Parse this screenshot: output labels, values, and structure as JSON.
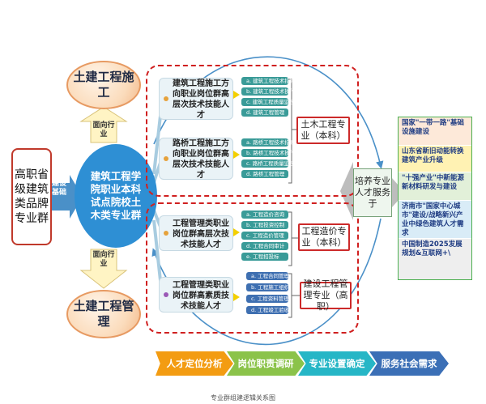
{
  "left_box": {
    "text": "高职省级建筑类品牌专业群"
  },
  "left_arrow": {
    "text": "建设基础"
  },
  "center_circle": {
    "text": "建筑工程学院职业本科试点院校土木类专业群"
  },
  "top_circle": {
    "text": "土建工程施工"
  },
  "bottom_circle": {
    "text": "土建工程管理"
  },
  "up_arrow": {
    "text": "面向行业"
  },
  "down_arrow": {
    "text": "面向行业"
  },
  "directions": [
    {
      "title": "建筑工程施工方向职业岗位群高层次技术技能人才",
      "dot_color": "#e6a23c"
    },
    {
      "title": "路桥工程施工方向职业岗位群高层次技术技能人才",
      "dot_color": "#e6a23c"
    },
    {
      "title": "工程管理类职业岗位群高层次技术技能人才",
      "dot_color": "#e6a23c"
    },
    {
      "title": "工程管理类职业岗位群高素质技术技能人才",
      "dot_color": "#9b59b6"
    }
  ],
  "pills_group1": [
    "a. 建筑工程技术指导",
    "b. 建筑工程技术操作",
    "c. 建筑工程质量监控",
    "d. 建筑工程管理"
  ],
  "pills_group2": [
    "a. 路桥工程技术指导",
    "b. 路桥工程技术操作",
    "c. 路桥工程质量监控",
    "d. 路桥工程管理"
  ],
  "pills_group3": [
    "a. 工程造价咨询",
    "b. 工程投资控制",
    "c. 工程造价管理",
    "d. 工程合同审计",
    "e. 工程招投标"
  ],
  "pills_group4": [
    "a. 工程合同管理",
    "b. 工程施工组织",
    "c. 工程资料管理",
    "d. 工程竣工验收"
  ],
  "majors": [
    {
      "text": "土木工程专业（本科）"
    },
    {
      "text": "工程造价专业（本科）"
    },
    {
      "text": "建设工程管理专业（高职）"
    }
  ],
  "right_box": {
    "text": "培养专业人才服务于"
  },
  "services": [
    "国家\"一带一路\"基础设施建设",
    "山东省新旧动能转换建筑产业升级",
    "\"十强产业\"中新能源新材料研发与建设",
    "济南市\"国家中心城市\"建设/战略新兴产业中绿色建筑人才需求",
    "中国制造2025发展规划&互联网+\\"
  ],
  "chevrons": [
    {
      "text": "人才定位分析",
      "color": "#f39c12"
    },
    {
      "text": "岗位职责调研",
      "color": "#8bc34a"
    },
    {
      "text": "专业设置确定",
      "color": "#26b6c6"
    },
    {
      "text": "服务社会需求",
      "color": "#3b6fb6"
    }
  ],
  "footer": {
    "text": "专业群组建逻辑关系图"
  }
}
